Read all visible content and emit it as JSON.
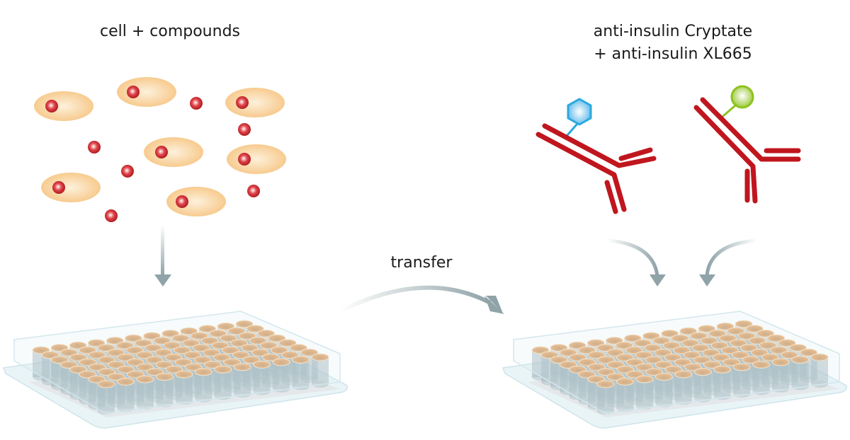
{
  "labels": {
    "left_title": "cell + compounds",
    "right_title_line1": "anti-insulin Cryptate",
    "right_title_line2": "+ anti-insulin XL665",
    "transfer": "transfer"
  },
  "plate": {
    "rows": 8,
    "cols": 12
  },
  "colors": {
    "cell": "#f8c98a",
    "compound": "#c0161e",
    "antibody": "#c0161e",
    "cryptate": "#29a8e0",
    "xl665": "#8dc21f",
    "arrow": "#8fa3a8",
    "well_fill": "#e7a46b",
    "well_body": "#9fb3ba"
  }
}
